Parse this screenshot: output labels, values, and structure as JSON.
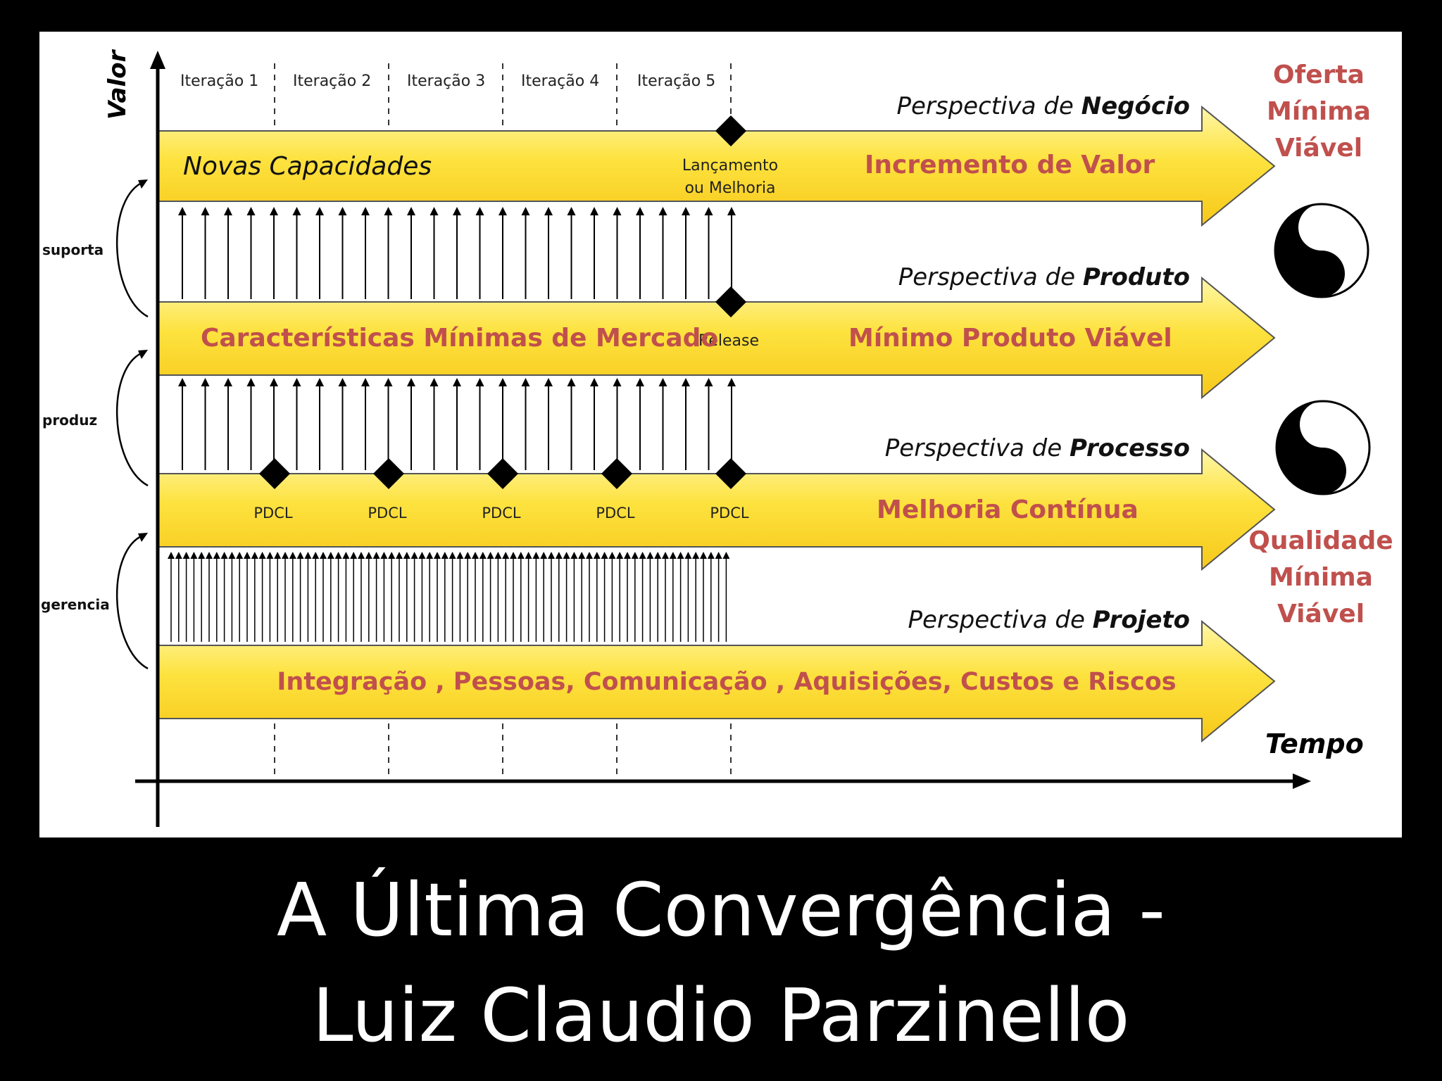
{
  "axes": {
    "y_label": "Valor",
    "x_label": "Tempo"
  },
  "iterations": [
    "Iteração 1",
    "Iteração 2",
    "Iteração 3",
    "Iteração 4",
    "Iteração 5"
  ],
  "perspectives": {
    "negocio": {
      "prefix": "Perspectiva de ",
      "name": "Negócio"
    },
    "produto": {
      "prefix": "Perspectiva de ",
      "name": "Produto"
    },
    "processo": {
      "prefix": "Perspectiva de ",
      "name": "Processo"
    },
    "projeto": {
      "prefix": "Perspectiva de ",
      "name": "Projeto"
    }
  },
  "arrows": {
    "negocio": {
      "left": "Novas Capacidades",
      "milestone_line1": "Lançamento",
      "milestone_line2": "ou Melhoria",
      "right": "Incremento de Valor"
    },
    "produto": {
      "left": "Características Mínimas de Mercado",
      "milestone": "Release",
      "right": "Mínimo Produto Viável"
    },
    "processo": {
      "milestones": [
        "PDCL",
        "PDCL",
        "PDCL",
        "PDCL",
        "PDCL"
      ],
      "right": "Melhoria Contínua"
    },
    "projeto": {
      "center": "Integração , Pessoas, Comunicação , Aquisições, Custos e Riscos"
    }
  },
  "relations": {
    "suporta": "suporta",
    "produz": "produz",
    "gerencia": "gerencia"
  },
  "side_labels": {
    "top": [
      "Oferta",
      "Mínima",
      "Viável"
    ],
    "bottom": [
      "Qualidade",
      "Mínima",
      "Viável"
    ]
  },
  "icons": [
    "yin-yang-icon",
    "yin-yang-icon"
  ],
  "colors": {
    "text_accent": "#c0504d",
    "arrow_yellow": "#fde046",
    "arrow_light": "#fff6a6"
  },
  "caption": {
    "line1": "A Última Convergência -",
    "line2": "Luiz Claudio Parzinello"
  }
}
